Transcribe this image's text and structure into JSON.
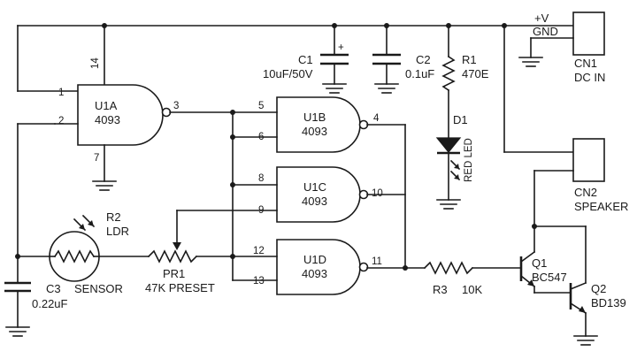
{
  "gates": {
    "u1a": {
      "name": "U1A",
      "part": "4093",
      "pins": {
        "in1": "1",
        "in2": "2",
        "out": "3",
        "vcc": "14",
        "gnd": "7"
      }
    },
    "u1b": {
      "name": "U1B",
      "part": "4093",
      "pins": {
        "in1": "5",
        "in2": "6",
        "out": "4"
      }
    },
    "u1c": {
      "name": "U1C",
      "part": "4093",
      "pins": {
        "in1": "8",
        "in2": "9",
        "out": "10"
      }
    },
    "u1d": {
      "name": "U1D",
      "part": "4093",
      "pins": {
        "in1": "12",
        "in2": "13",
        "out": "11"
      }
    }
  },
  "components": {
    "c1": {
      "ref": "C1",
      "value": "10uF/50V",
      "polarity": "+"
    },
    "c2": {
      "ref": "C2",
      "value": "0.1uF"
    },
    "c3": {
      "ref": "C3",
      "value": "0.22uF"
    },
    "r1": {
      "ref": "R1",
      "value": "470E"
    },
    "r2": {
      "ref": "R2",
      "value": "LDR",
      "note": "SENSOR"
    },
    "r3": {
      "ref": "R3",
      "value": "10K"
    },
    "pr1": {
      "ref": "PR1",
      "value": "47K PRESET"
    },
    "d1": {
      "ref": "D1",
      "value": "RED LED"
    },
    "q1": {
      "ref": "Q1",
      "value": "BC547"
    },
    "q2": {
      "ref": "Q2",
      "value": "BD139"
    }
  },
  "connectors": {
    "cn1": {
      "ref": "CN1",
      "label": "DC IN",
      "pin_plus": "+V",
      "pin_gnd": "GND"
    },
    "cn2": {
      "ref": "CN2",
      "label": "SPEAKER"
    }
  }
}
